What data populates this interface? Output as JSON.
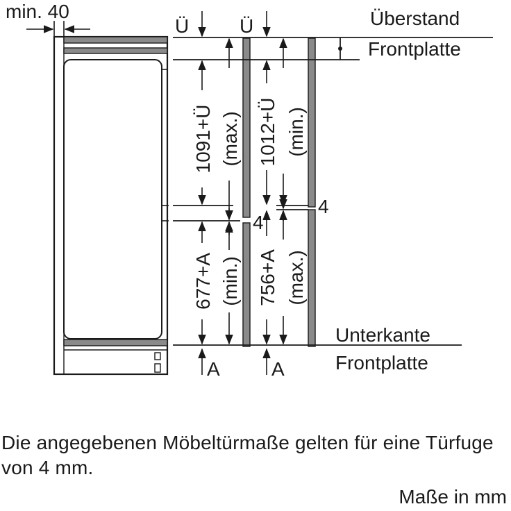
{
  "diagram": {
    "top_labels": {
      "min_gap": "min. 40",
      "overhang_symbol_left": "Ü",
      "overhang_symbol_right": "Ü"
    },
    "right_labels": {
      "top_line1": "Überstand",
      "top_line2": "Frontplatte",
      "bottom_line1": "Unterkante",
      "bottom_line2": "Frontplatte",
      "gap_upper": "4",
      "gap_lower": "4"
    },
    "dimensions": {
      "upper_left_value": "1091+Ü",
      "upper_left_qualifier": "(max.)",
      "upper_right_value": "1012+Ü",
      "upper_right_qualifier": "(min.)",
      "lower_left_value": "677+A",
      "lower_left_qualifier": "(min.)",
      "lower_right_value": "756+A",
      "lower_right_qualifier": "(max.)"
    },
    "bottom_labels": {
      "a_left": "A",
      "a_right": "A"
    }
  },
  "caption": "Die angegebenen Möbeltürmaße gelten für eine Türfuge von 4 mm.",
  "units_note": "Maße in mm"
}
